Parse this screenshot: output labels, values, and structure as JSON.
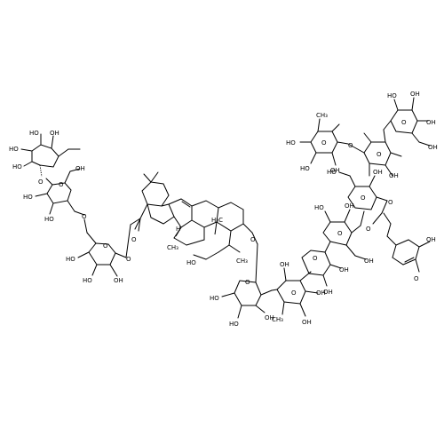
{
  "labels": {
    "oh": "OH",
    "ho": "HO",
    "o": "O",
    "h": "H",
    "ch3_left": "CH₃",
    "ch3_right": "H₃C",
    "me": "CH₃",
    "h3c_mid": "H₃C"
  }
}
